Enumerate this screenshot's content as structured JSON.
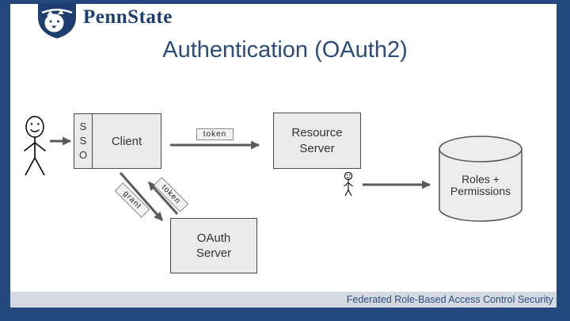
{
  "brand": {
    "name": "PennState",
    "logo_icon": "penn-state-shield"
  },
  "title": "Authentication (OAuth2)",
  "diagram": {
    "client": {
      "sso": [
        "S",
        "S",
        "O"
      ],
      "label": "Client"
    },
    "resource_server": {
      "label": "Resource\nServer"
    },
    "oauth_server": {
      "label": "OAuth\nServer"
    },
    "database": {
      "label": "Roles +\nPermissions"
    },
    "arrow_labels": {
      "token_top": "token",
      "grant_diag": "grant",
      "token_diag": "token"
    },
    "icons": [
      "user-stick-figure-icon",
      "user-small-stick-figure-icon",
      "database-cylinder-icon",
      "arrow-right-icon",
      "arrow-diagonal-grant-icon",
      "arrow-diagonal-token-icon",
      "penn-state-shield-icon"
    ]
  },
  "footer": {
    "text": "Federated Role-Based Access Control Security"
  },
  "colors": {
    "frame_navy": "#24477E",
    "logo_navy": "#1D3E6F",
    "title_navy": "#2C4C7C",
    "box_fill": "#EBEBEB",
    "box_border": "#4A4A4A",
    "arrow_gray": "#5A5A5A",
    "footer_band": "#D4DAE1",
    "footer_text": "#2E4D80"
  }
}
